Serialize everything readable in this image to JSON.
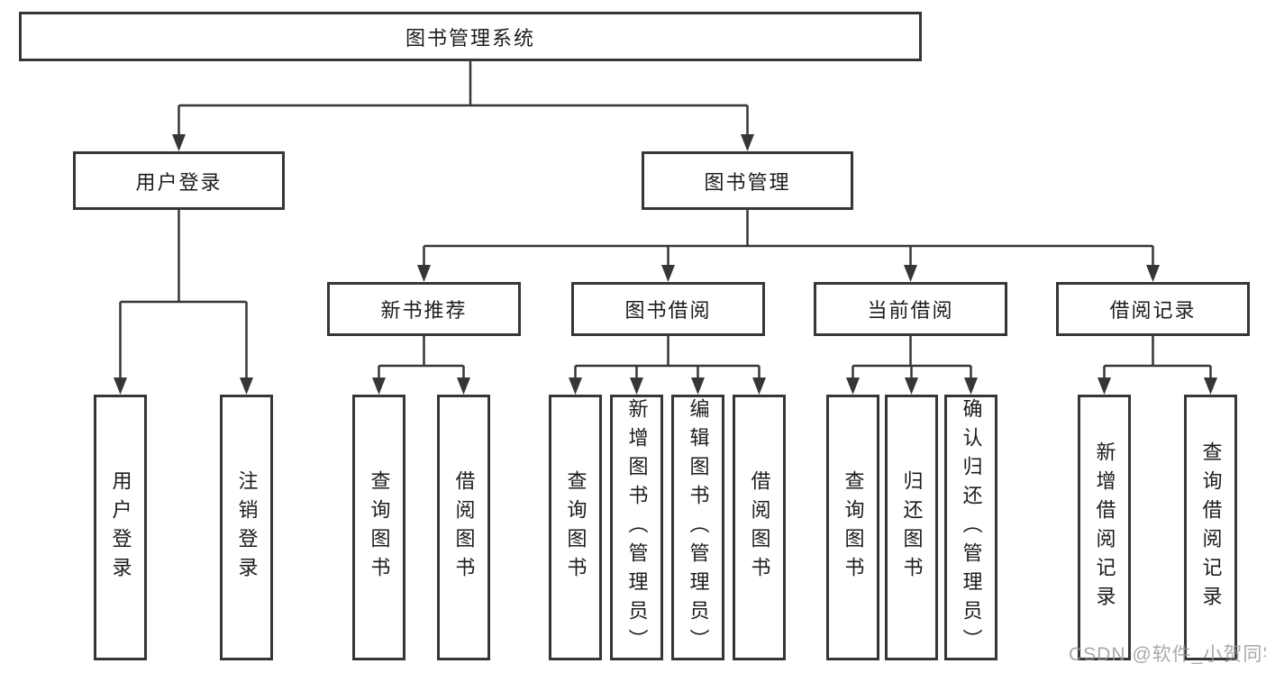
{
  "diagram_type": "hierarchy-tree",
  "colors": {
    "line": "#363636",
    "node_text": "#1c1c1c",
    "node_fill": "#ffffff",
    "watermark_text": "#969696"
  },
  "tree": {
    "label": "图书管理系统",
    "children": [
      {
        "label": "用户登录",
        "children": [
          {
            "label": "用户登录"
          },
          {
            "label": "注销登录"
          }
        ]
      },
      {
        "label": "图书管理",
        "children": [
          {
            "label": "新书推荐",
            "children": [
              {
                "label": "查询图书"
              },
              {
                "label": "借阅图书"
              }
            ]
          },
          {
            "label": "图书借阅",
            "children": [
              {
                "label": "查询图书"
              },
              {
                "label": "新增图书（管理员）"
              },
              {
                "label": "编辑图书（管理员）"
              },
              {
                "label": "借阅图书"
              }
            ]
          },
          {
            "label": "当前借阅",
            "children": [
              {
                "label": "查询图书"
              },
              {
                "label": "归还图书"
              },
              {
                "label": "确认归还（管理员）"
              }
            ]
          },
          {
            "label": "借阅记录",
            "children": [
              {
                "label": "新增借阅记录"
              },
              {
                "label": "查询借阅记录"
              }
            ]
          }
        ]
      }
    ]
  },
  "watermark": {
    "text": "CSDN @软件_小贺同学"
  }
}
